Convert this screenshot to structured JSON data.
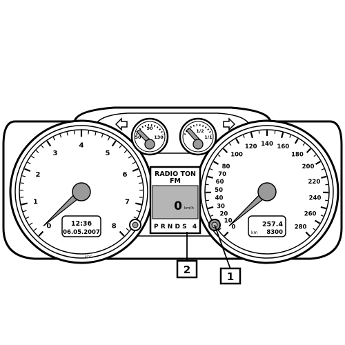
{
  "tachometer": {
    "scale_labels": [
      "0",
      "1",
      "2",
      "3",
      "4",
      "5",
      "6",
      "7",
      "8"
    ],
    "clock_time": "12:36",
    "date": "06.05.2007",
    "needle_value": 0
  },
  "speedometer": {
    "scale_labels": [
      "0",
      "10",
      "20",
      "30",
      "40",
      "50",
      "60",
      "70",
      "80",
      "100",
      "120",
      "140",
      "160",
      "180",
      "200",
      "220",
      "240",
      "260",
      "280"
    ],
    "trip_km": "257.4",
    "odometer_unit": "km",
    "odometer_km": "8300",
    "needle_value": 0
  },
  "temperature_gauge": {
    "labels": [
      "50",
      "90",
      "130"
    ]
  },
  "fuel_gauge": {
    "labels": [
      "1/2",
      "1/1"
    ]
  },
  "display": {
    "line1": "RADIO TON",
    "line2": "FM",
    "speed_value": "0",
    "speed_unit": "km/h",
    "gear_indicator": "P R N D S",
    "gear_number": "4"
  },
  "callouts": [
    {
      "number": "1"
    },
    {
      "number": "2"
    }
  ],
  "watermark": "ADC",
  "colors": {
    "display_gray": "#b5b5b5",
    "needle_gray": "#9a9a9a",
    "outline": "#000000",
    "background": "#ffffff"
  }
}
